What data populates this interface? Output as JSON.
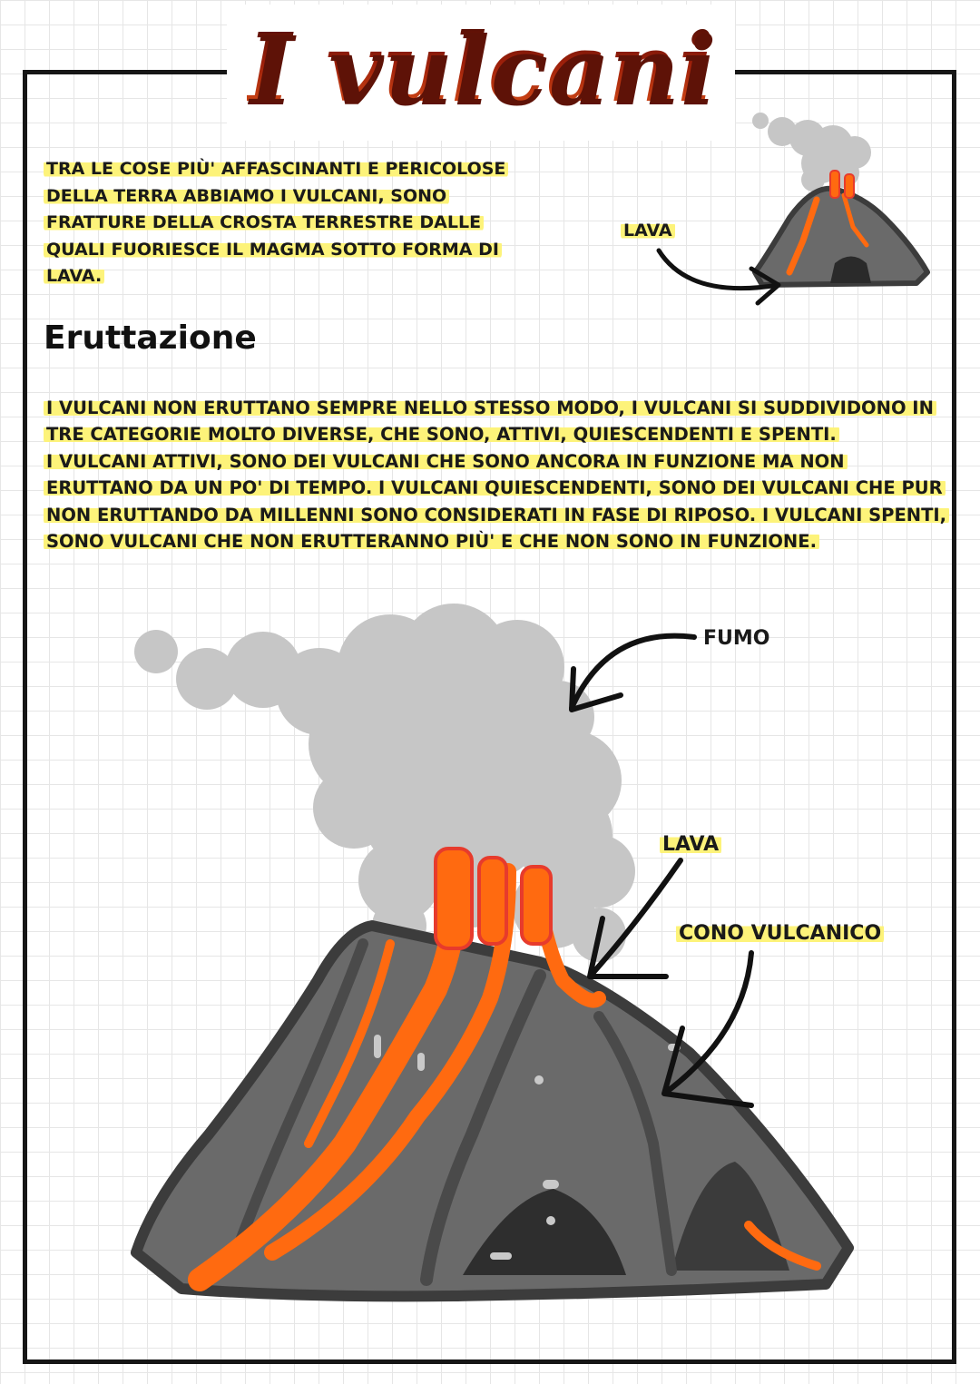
{
  "page": {
    "title": "I vulcani",
    "intro": "Tra le cose più' affascinanti e pericolose della terra abbiamo i vulcani, sono fratture della crosta terrestre dalle quali fuoriesce il magma sotto forma di lava.",
    "section_title": "Eruttazione",
    "body": "I vulcani non eruttano sempre nello stesso modo, i vulcani si suddividono in tre categorie molto diverse, che sono, attivi, quiescendenti e spenti.\nI vulcani attivi, sono dei vulcani che sono ancora in funzione ma non eruttano da un po' di tempo. I vulcani quiescendenti, sono dei vulcani che pur non eruttando da millenni sono considerati in fase di riposo. I vulcani spenti, sono vulcani che non erutteranno più' e che non sono in funzione."
  },
  "labels": {
    "small_lava": "LAVA",
    "fumo": "FUMO",
    "lava": "LAVA",
    "cono": "CONO VULCANICO"
  },
  "icons": {
    "small_volcano": "small-volcano-illustration",
    "big_volcano": "volcano-illustration",
    "smoke": "smoke-cloud",
    "arrow": "hand-drawn-arrow"
  },
  "colors": {
    "highlight": "#fdf37a",
    "title_dark": "#3a0803",
    "title_light": "#e2561b",
    "rock": "#6a6a6a",
    "rock_dark": "#3c3c3c",
    "lava": "#ff6a10",
    "smoke": "#c6c6c6"
  }
}
